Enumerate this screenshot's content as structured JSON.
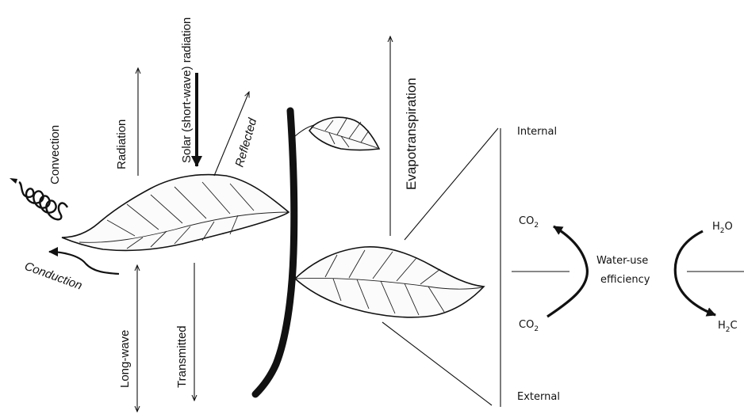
{
  "labels": {
    "solar": "Solar (short-wave) radiation",
    "radiation": "Radiation",
    "convection": "Convection",
    "reflected": "Reflected",
    "conduction": "Conduction",
    "long_wave": "Long-wave",
    "transmitted": "Transmitted",
    "evapotranspiration": "Evapotranspiration",
    "internal": "Internal",
    "external": "External",
    "co2": "CO",
    "co2_sub": "2",
    "h2o_h": "H",
    "h2o_sub": "2",
    "h2o_o": "O",
    "h2_cut": "H",
    "h2_cut_sub": "2",
    "h2_cut_o": "C",
    "water_use": "Water-use",
    "efficiency": "efficiency"
  }
}
